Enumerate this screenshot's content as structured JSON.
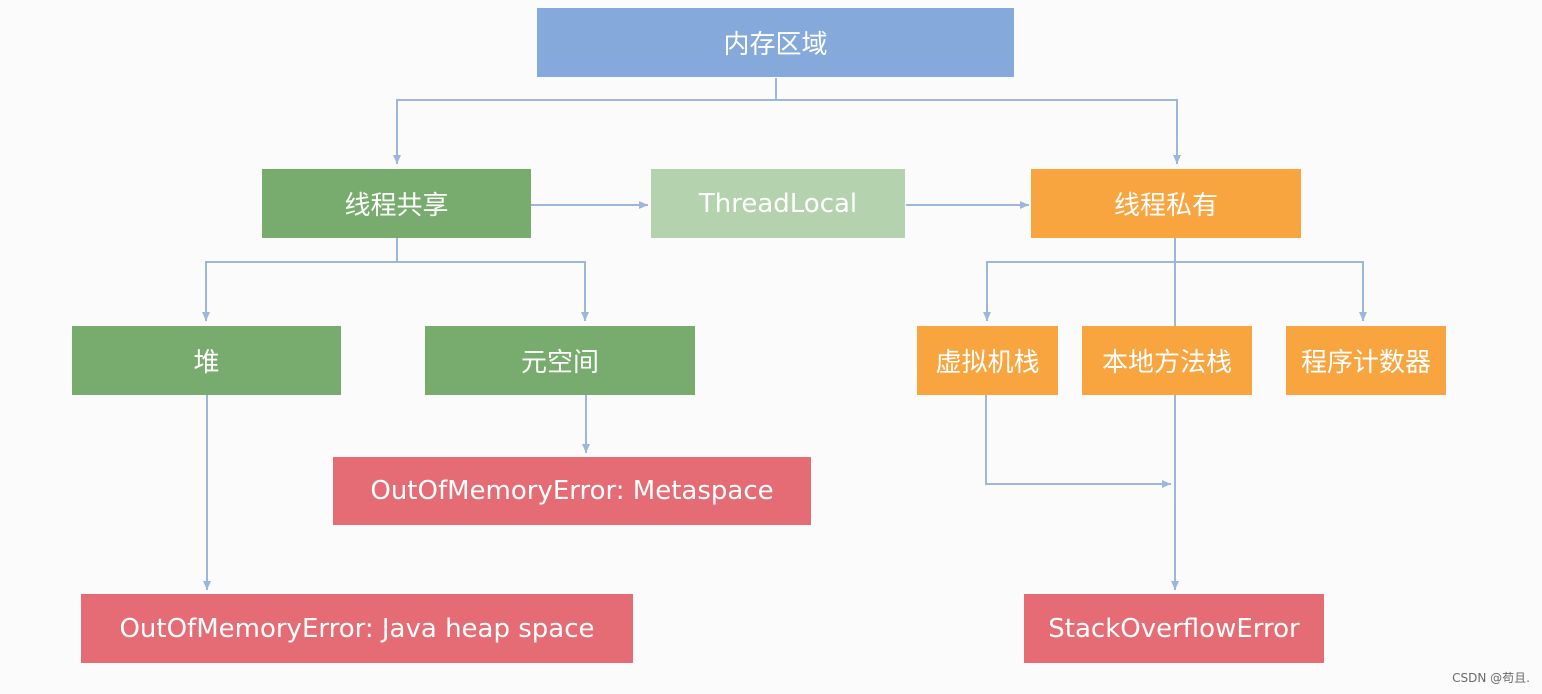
{
  "nodes": {
    "memory_area": "内存区域",
    "thread_shared": "线程共享",
    "thread_local": "ThreadLocal",
    "thread_private": "线程私有",
    "heap": "堆",
    "metaspace": "元空间",
    "vm_stack": "虚拟机栈",
    "native_method_stack": "本地方法栈",
    "program_counter": "程序计数器",
    "oom_metaspace": "OutOfMemoryError: Metaspace",
    "oom_heap": "OutOfMemoryError: Java heap space",
    "stack_overflow": "StackOverflowError"
  },
  "colors": {
    "root": "#84a9da",
    "shared": "#78ac6e",
    "thread_local": "#b4d2ad",
    "private": "#f8a43f",
    "error": "#e56c74",
    "connector": "#9db6dc"
  },
  "watermark": "CSDN @苟且."
}
